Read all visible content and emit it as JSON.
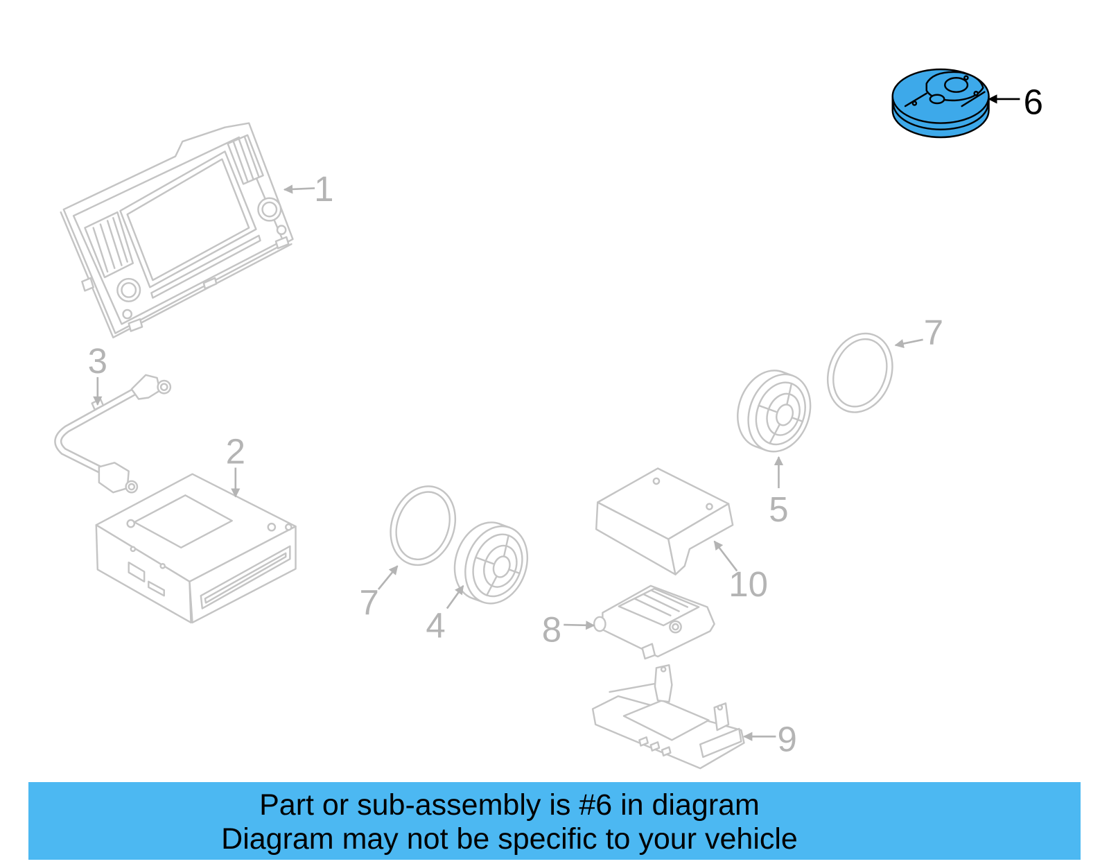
{
  "diagram": {
    "callouts": [
      {
        "label": "1"
      },
      {
        "label": "3"
      },
      {
        "label": "2"
      },
      {
        "label": "7"
      },
      {
        "label": "4"
      },
      {
        "label": "8"
      },
      {
        "label": "10"
      },
      {
        "label": "5"
      },
      {
        "label": "7"
      },
      {
        "label": "9"
      },
      {
        "label": "6"
      }
    ]
  },
  "banner": {
    "line1": "Part or sub-assembly is #6 in diagram",
    "line2": "Diagram may not be specific to your vehicle"
  },
  "colors": {
    "part_outline": "#c4c4c4",
    "callout_text": "#b4b4b4",
    "highlight_fill": "#3da9ea",
    "highlight_outline": "#000000",
    "banner_background": "#4cb8f2",
    "banner_text": "#000000"
  }
}
